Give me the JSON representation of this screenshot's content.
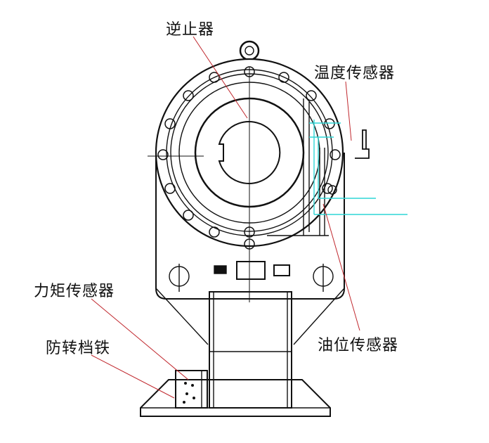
{
  "labels": {
    "backstop": "逆止器",
    "temperature_sensor": "温度传感器",
    "torque_sensor": "力矩传感器",
    "anti_rotation_stop": "防转档铁",
    "oil_level_sensor": "油位传感器"
  },
  "colors": {
    "line": "#111111",
    "leader": "#c0272d",
    "cyan": "#2fd5d5",
    "green_text": "#22cc22"
  }
}
